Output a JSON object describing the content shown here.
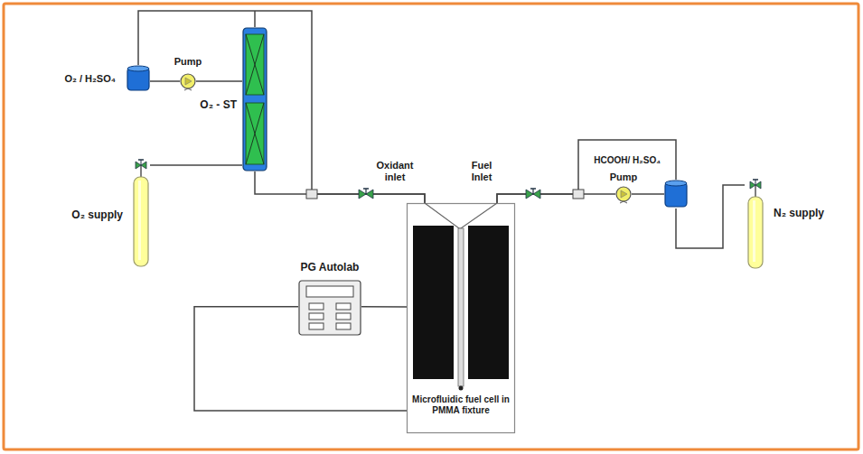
{
  "diagram": {
    "nodes": [
      {
        "text": [
          "O₂ / H₂SO₄"
        ]
      },
      {
        "text": [
          "Pump"
        ]
      },
      {
        "text": [
          "O₂ - ST"
        ]
      },
      {
        "text": [
          "O₂ supply"
        ]
      },
      {
        "text": [
          "PG Autolab"
        ]
      },
      {
        "text": [
          "Microfluidic fuel cell in PMMA fixture"
        ]
      },
      {
        "text": [
          "Pump"
        ]
      },
      {
        "text": [
          "HCOOH/ H₂SO₄"
        ]
      },
      {
        "text": [
          "N₂ supply"
        ]
      }
    ],
    "edges": [
      {
        "from": 0,
        "to": 1,
        "arrow": "none"
      },
      {
        "from": 1,
        "to": 2,
        "arrow": "none"
      },
      {
        "from": 3,
        "to": 2,
        "arrow": "none"
      },
      {
        "from": 2,
        "to": 5,
        "arrow": "none"
      },
      {
        "from": 0,
        "to": 5,
        "arrow": "none"
      },
      {
        "from": 7,
        "to": 6,
        "arrow": "none"
      },
      {
        "from": 6,
        "to": 5,
        "arrow": "none"
      },
      {
        "from": 7,
        "to": 5,
        "arrow": "none"
      },
      {
        "from": 8,
        "to": 7,
        "arrow": "none"
      },
      {
        "from": 4,
        "to": 5,
        "arrow": "none"
      },
      {
        "from": 4,
        "to": 5,
        "arrow": "none"
      }
    ],
    "labels": [
      "Oxidant inlet",
      "Fuel Inlet"
    ]
  }
}
